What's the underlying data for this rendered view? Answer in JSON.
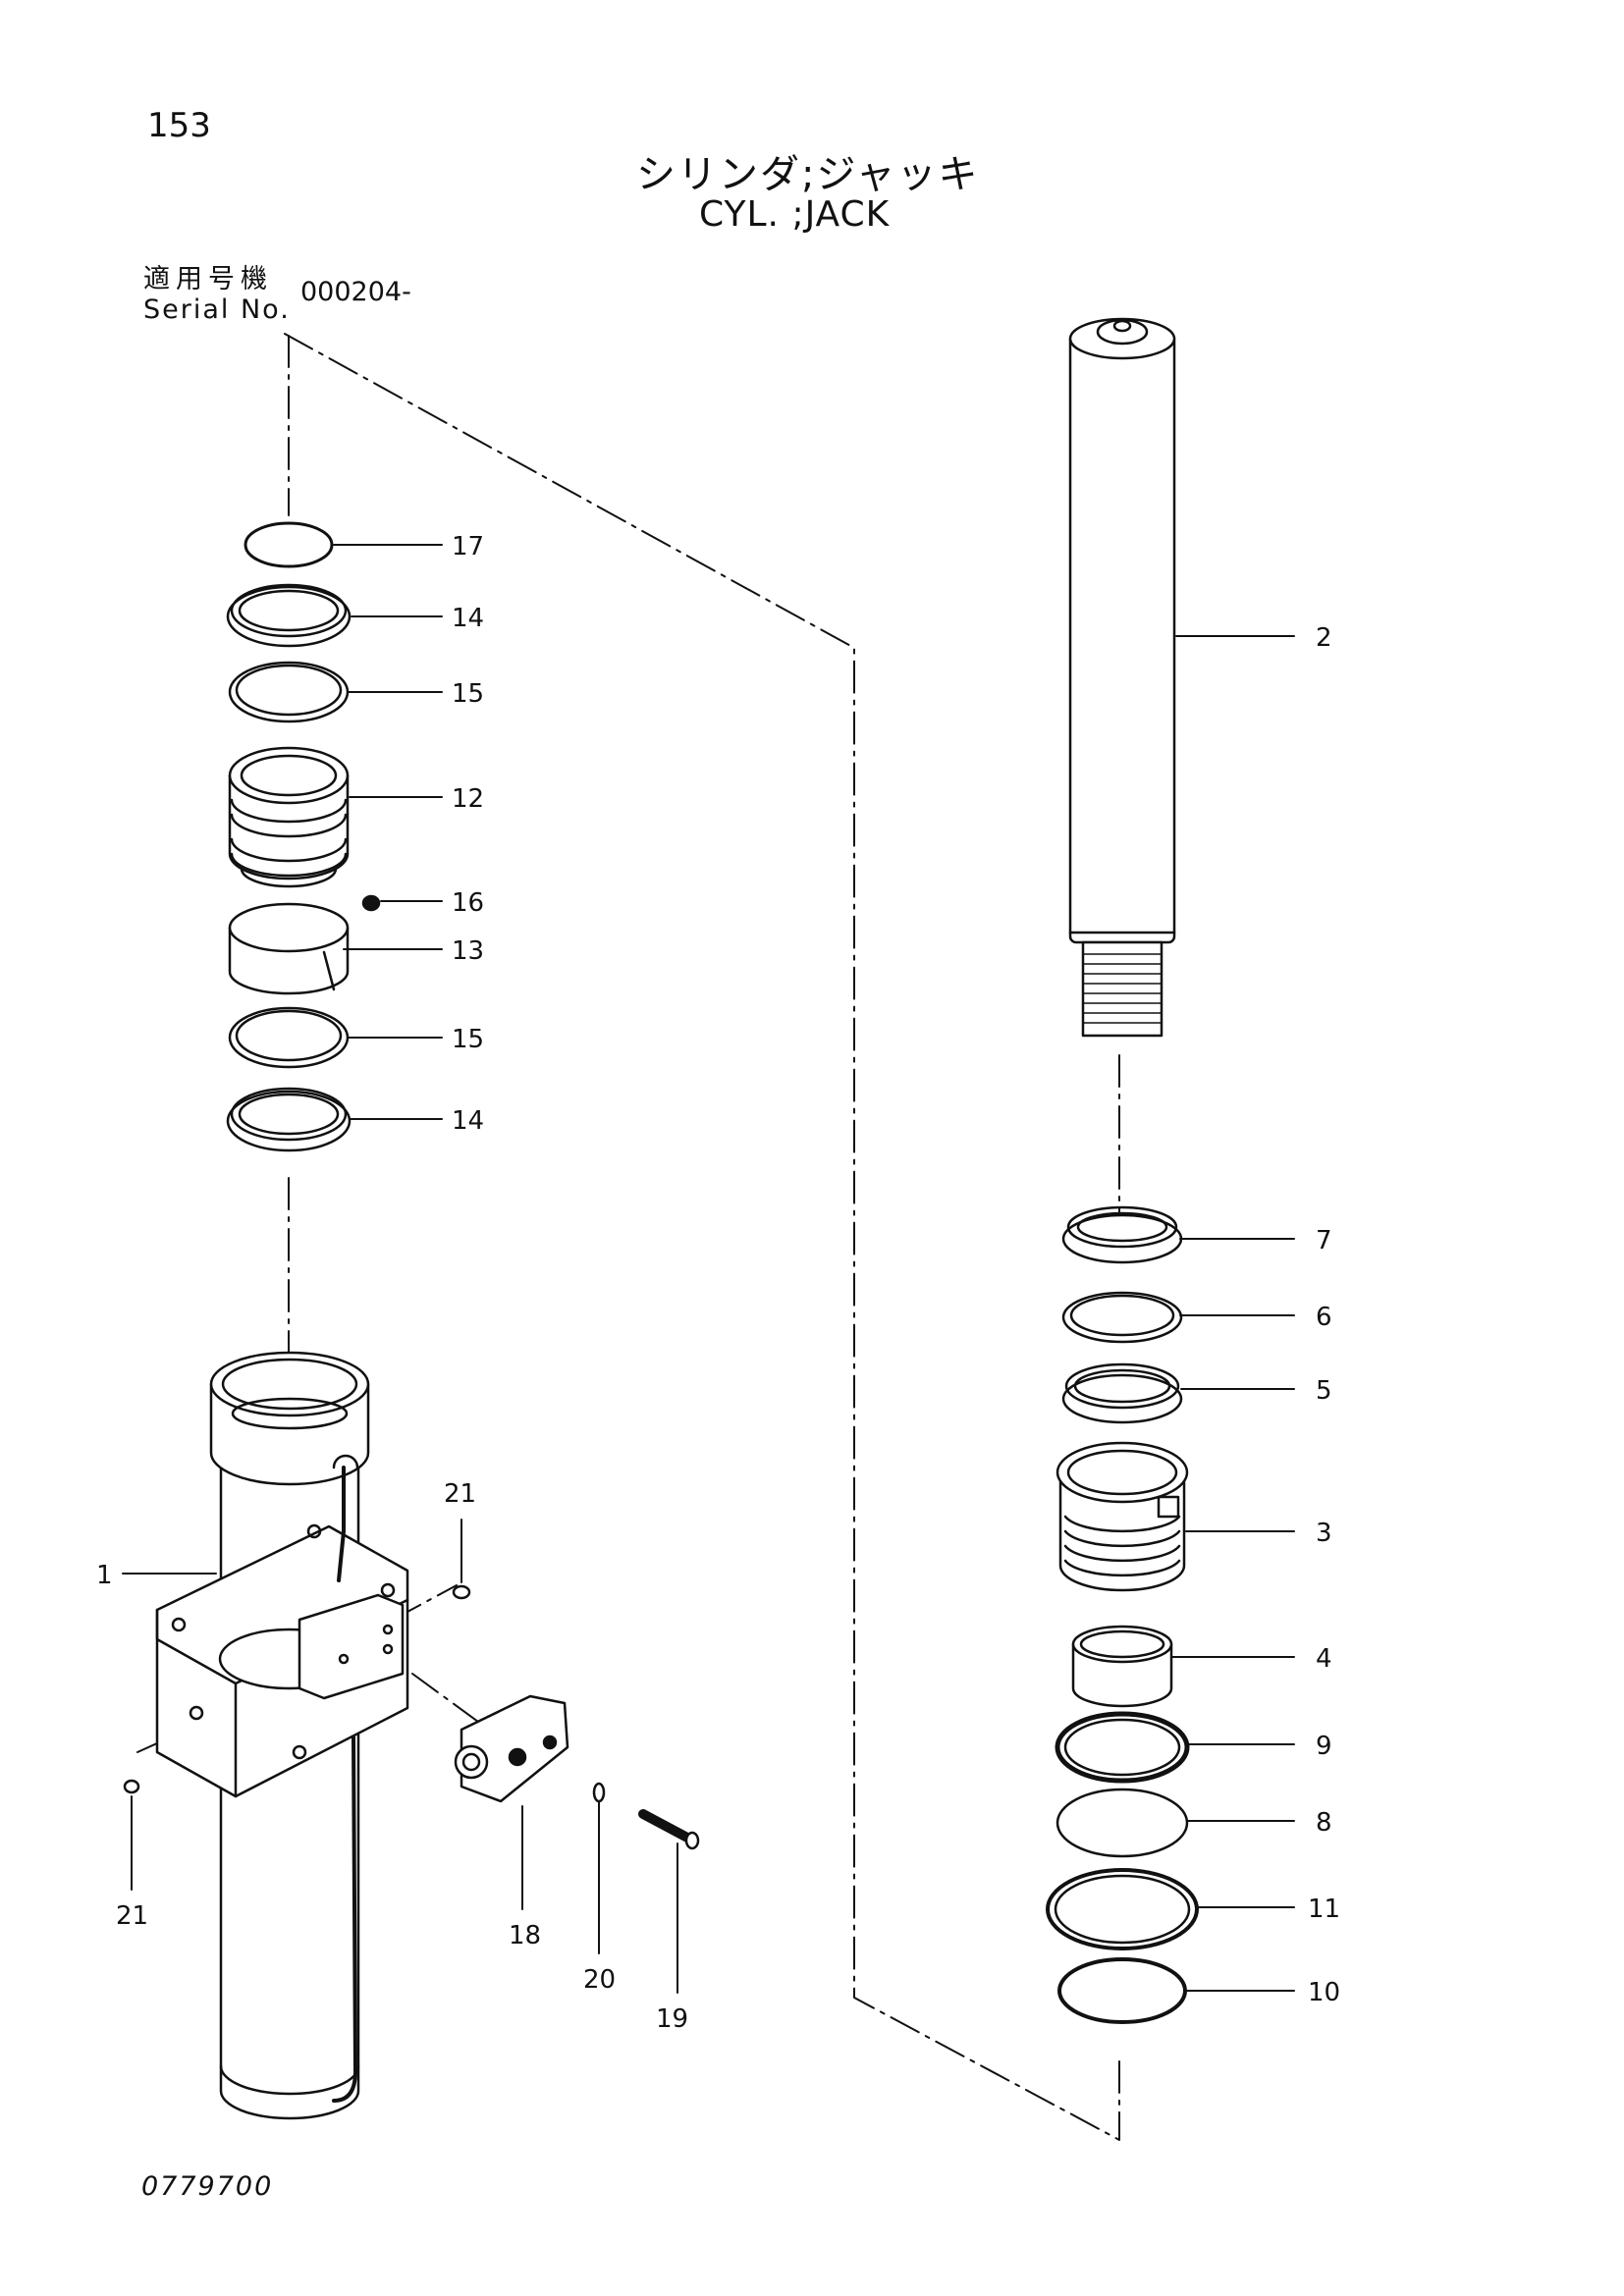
{
  "page": {
    "number": "153",
    "title_ja": "シリンダ;ジャッキ",
    "title_en": "CYL. ;JACK",
    "serial_label_ja": "適用号機",
    "serial_label_en": "Serial No.",
    "serial_value": "000204-",
    "drawing_number": "0779700"
  },
  "callouts": {
    "c1": "1",
    "c2": "2",
    "c3": "3",
    "c4": "4",
    "c5": "5",
    "c6": "6",
    "c7": "7",
    "c8": "8",
    "c9": "9",
    "c10": "10",
    "c11": "11",
    "c12": "12",
    "c13": "13",
    "c14a": "14",
    "c14b": "14",
    "c15a": "15",
    "c15b": "15",
    "c16": "16",
    "c17": "17",
    "c18": "18",
    "c19": "19",
    "c20": "20",
    "c21a": "21",
    "c21b": "21"
  }
}
